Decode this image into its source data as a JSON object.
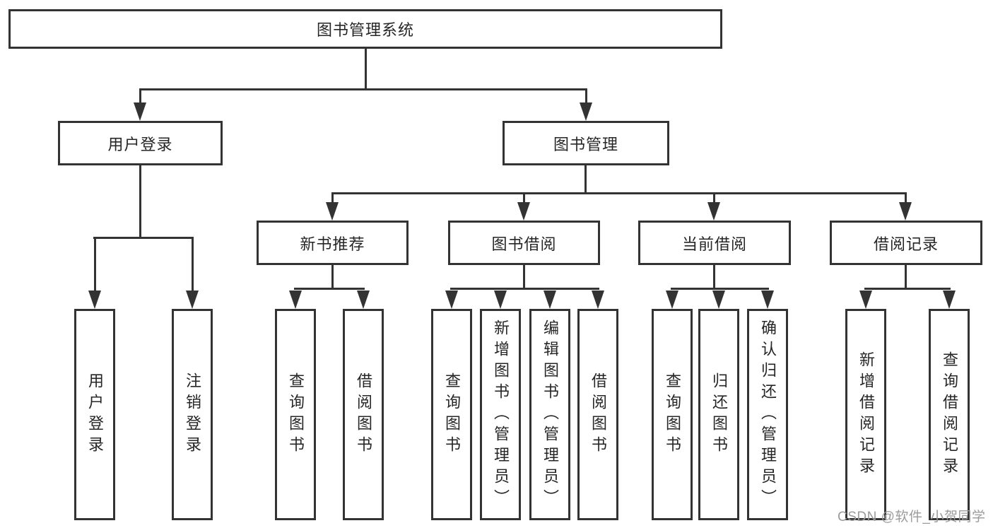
{
  "title": "图书管理系统",
  "nodes": {
    "root": {
      "label": "图书管理系统"
    },
    "level2": [
      {
        "label": "用户登录"
      },
      {
        "label": "图书管理"
      }
    ],
    "level3": [
      {
        "label": "新书推荐",
        "parent": "图书管理"
      },
      {
        "label": "图书借阅",
        "parent": "图书管理"
      },
      {
        "label": "当前借阅",
        "parent": "图书管理"
      },
      {
        "label": "借阅记录",
        "parent": "图书管理"
      }
    ],
    "leaves": [
      {
        "label": "用户登录",
        "parent": "用户登录"
      },
      {
        "label": "注销登录",
        "parent": "用户登录"
      },
      {
        "label": "查询图书",
        "parent": "新书推荐"
      },
      {
        "label": "借阅图书",
        "parent": "新书推荐"
      },
      {
        "label": "查询图书",
        "parent": "图书借阅"
      },
      {
        "label": "新增图书（管理员）",
        "parent": "图书借阅"
      },
      {
        "label": "编辑图书（管理员）",
        "parent": "图书借阅"
      },
      {
        "label": "借阅图书",
        "parent": "图书借阅"
      },
      {
        "label": "查询图书",
        "parent": "当前借阅"
      },
      {
        "label": "归还图书",
        "parent": "当前借阅"
      },
      {
        "label": "确认归还（管理员）",
        "parent": "当前借阅"
      },
      {
        "label": "新增借阅记录",
        "parent": "借阅记录"
      },
      {
        "label": "查询借阅记录",
        "parent": "借阅记录"
      }
    ]
  },
  "watermark": {
    "text": "CSDN @软件_小贺同学",
    "color": "#9b9b9b"
  },
  "colors": {
    "line": "#333333",
    "text": "#262626",
    "background": "#ffffff"
  }
}
